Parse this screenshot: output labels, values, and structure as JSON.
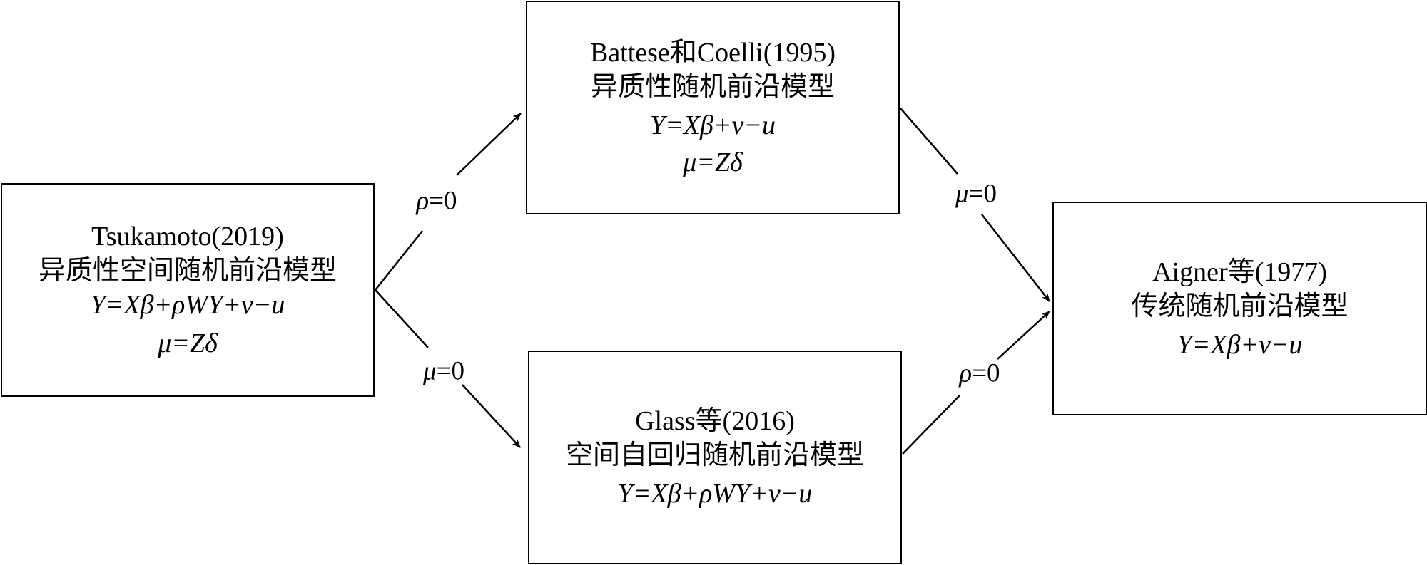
{
  "nodes": {
    "tsukamoto": {
      "title": "Tsukamoto(2019)",
      "subtitle": "异质性空间随机前沿模型",
      "equation1": "Y=Xβ+ρWY+v−u",
      "equation2": "μ=Zδ"
    },
    "battese": {
      "title": "Battese和Coelli(1995)",
      "subtitle": "异质性随机前沿模型",
      "equation1": "Y=Xβ+v−u",
      "equation2": "μ=Zδ"
    },
    "glass": {
      "title": "Glass等(2016)",
      "subtitle": "空间自回归随机前沿模型",
      "equation1": "Y=Xβ+ρWY+v−u"
    },
    "aigner": {
      "title": "Aigner等(1977)",
      "subtitle": "传统随机前沿模型",
      "equation1": "Y=Xβ+v−u"
    }
  },
  "edges": {
    "tsukamoto_to_battese": {
      "symbol": "ρ",
      "value": "=0"
    },
    "tsukamoto_to_glass": {
      "symbol": "μ",
      "value": "=0"
    },
    "battese_to_aigner": {
      "symbol": "μ",
      "value": "=0"
    },
    "glass_to_aigner": {
      "symbol": "ρ",
      "value": "=0"
    }
  }
}
